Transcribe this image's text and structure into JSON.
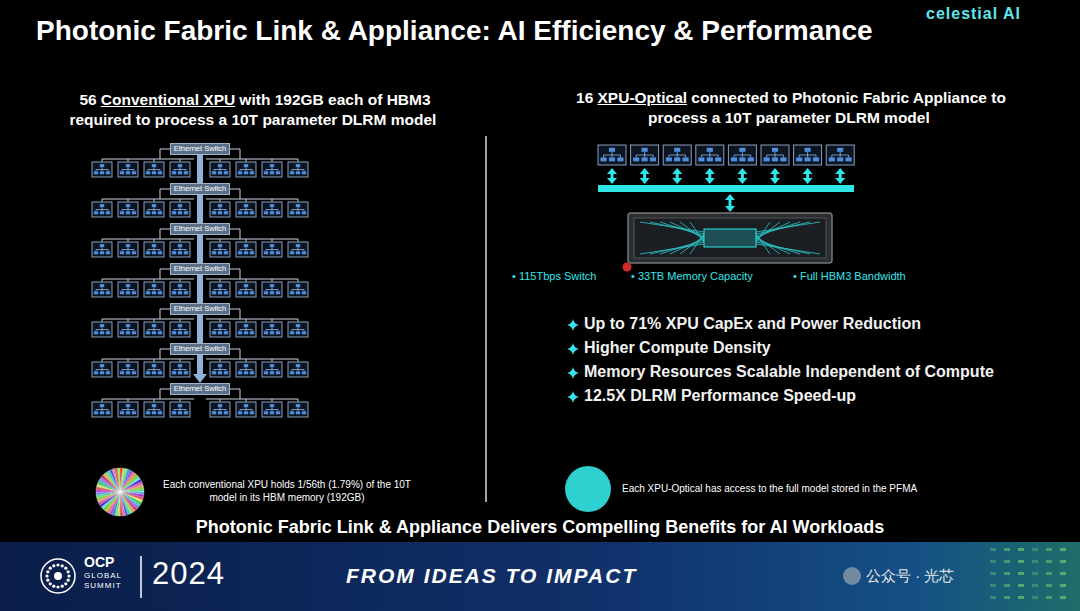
{
  "diagram": {
    "title": "Photonic Fabric Link & Appliance: AI Efficiency & Performance",
    "caption": "Photonic Fabric Link & Appliance Delivers Compelling Benefits for AI Workloads",
    "nodes": [
      {
        "text": [
          "Ethernet Switch"
        ]
      },
      {
        "text": [
          "Ethernet Switch"
        ]
      },
      {
        "text": [
          "Ethernet Switch"
        ]
      },
      {
        "text": [
          "Ethernet Switch"
        ]
      },
      {
        "text": [
          "Ethernet Switch"
        ]
      },
      {
        "text": [
          "Ethernet Switch"
        ]
      },
      {
        "text": [
          "Ethernet Switch"
        ]
      }
    ],
    "edges": [
      {
        "from": 0,
        "to": 1,
        "arrow": "none"
      },
      {
        "from": 1,
        "to": 2,
        "arrow": "none"
      },
      {
        "from": 2,
        "to": 3,
        "arrow": "none"
      },
      {
        "from": 3,
        "to": 4,
        "arrow": "none"
      },
      {
        "from": 4,
        "to": 5,
        "arrow": "none"
      },
      {
        "from": 5,
        "to": 6,
        "arrow": "to"
      }
    ],
    "labels": [
      "celestial AI",
      "56",
      "Conventional XPU",
      "with 192GB each of HBM3 required to process a 10T parameter DLRM model",
      "16",
      "XPU-Optical",
      "connected to Photonic Fabric Appliance to process a 10T parameter DLRM model",
      "• 115Tbps Switch",
      "• 33TB Memory Capacity",
      "• Full HBM3 Bandwidth",
      "Up to 71% XPU CapEx and Power Reduction",
      "Higher Compute Density",
      "Memory Resources Scalable Independent of Compute",
      "12.5X DLRM Performance Speed-up",
      "Each conventional XPU holds 1/56th (1.79%) of the 10T model in its HBM memory (192GB)",
      "Each XPU-Optical has access to the full model stored in the PFMA",
      "OCP",
      "GLOBAL",
      "SUMMIT",
      "2024",
      "FROM IDEAS TO IMPACT",
      "公众号 · 光芯"
    ]
  }
}
